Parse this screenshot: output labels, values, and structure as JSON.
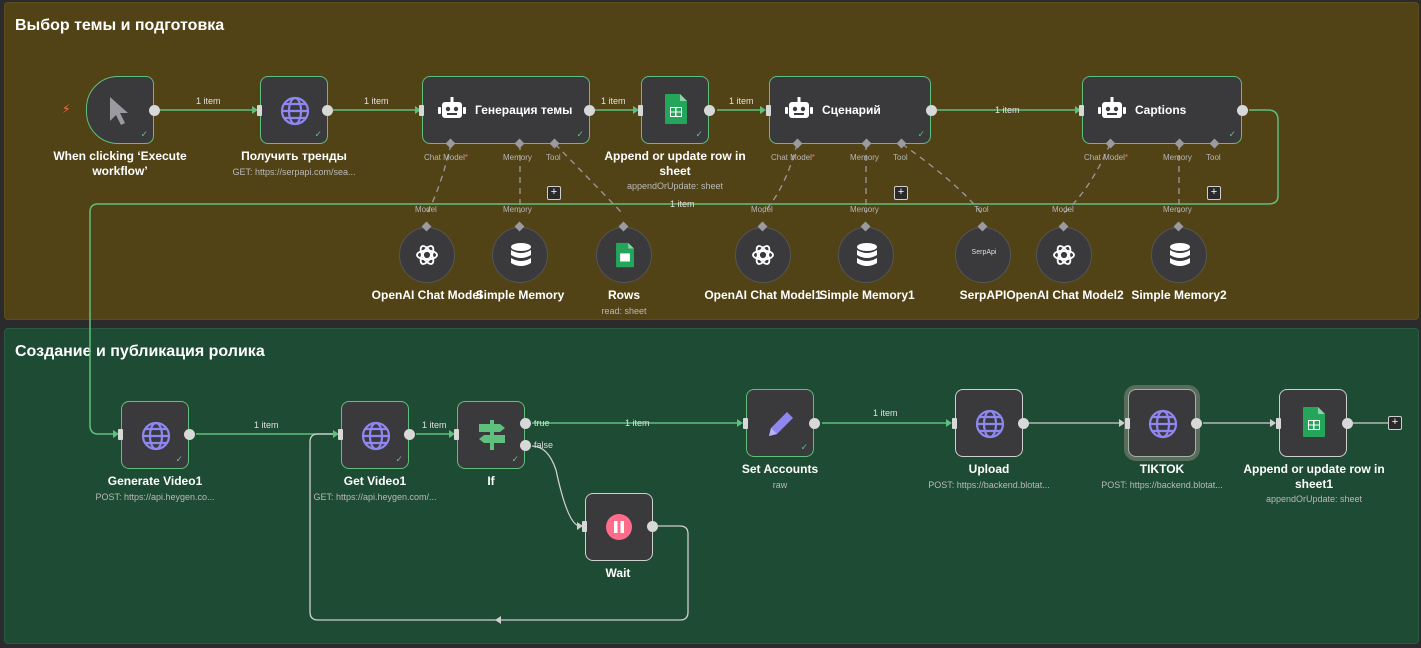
{
  "sections": [
    {
      "title": "Выбор темы и подготовка"
    },
    {
      "title": "Создание и публикация ролика"
    }
  ],
  "nodes": {
    "trigger": {
      "label": "When clicking ‘Execute workflow’",
      "icon": "cursor-arrow-icon"
    },
    "trends": {
      "label": "Получить тренды",
      "sub": "GET: https://serpapi.com/sea...",
      "icon": "globe-icon"
    },
    "topic": {
      "label": "Генерация темы",
      "icon": "robot-icon"
    },
    "append1": {
      "label": "Append or update row in sheet",
      "sub": "appendOrUpdate: sheet",
      "icon": "google-sheets-icon"
    },
    "script": {
      "label": "Сценарий",
      "icon": "robot-icon"
    },
    "captions": {
      "label": "Captions",
      "icon": "robot-icon"
    },
    "openai1": {
      "label": "OpenAI Chat Model",
      "icon": "openai-icon"
    },
    "memory1": {
      "label": "Simple Memory",
      "icon": "database-icon"
    },
    "rows": {
      "label": "Rows",
      "sub": "read: sheet",
      "icon": "google-sheets-icon"
    },
    "openai2": {
      "label": "OpenAI Chat Model1",
      "icon": "openai-icon"
    },
    "memory2": {
      "label": "Simple Memory1",
      "icon": "database-icon"
    },
    "serpapi": {
      "label": "SerpAPI",
      "icon_text": "SerpApi",
      "icon": "serpapi-icon"
    },
    "openai3": {
      "label": "OpenAI Chat Model2",
      "icon": "openai-icon"
    },
    "memory3": {
      "label": "Simple Memory2",
      "icon": "database-icon"
    },
    "genvideo": {
      "label": "Generate Video1",
      "sub": "POST: https://api.heygen.co...",
      "icon": "globe-icon"
    },
    "getvideo": {
      "label": "Get Video1",
      "sub": "GET: https://api.heygen.com/...",
      "icon": "globe-icon"
    },
    "if": {
      "label": "If",
      "icon": "signpost-icon"
    },
    "wait": {
      "label": "Wait",
      "icon": "pause-icon"
    },
    "accounts": {
      "label": "Set Accounts",
      "sub": "raw",
      "icon": "pencil-icon"
    },
    "upload": {
      "label": "Upload",
      "sub": "POST: https://backend.blotat...",
      "icon": "globe-icon"
    },
    "tiktok": {
      "label": "TIKTOK",
      "sub": "POST: https://backend.blotat...",
      "icon": "globe-icon"
    },
    "append2": {
      "label": "Append or update row in sheet1",
      "sub": "appendOrUpdate: sheet",
      "icon": "google-sheets-icon"
    }
  },
  "ports": {
    "chat_model": "Chat Model",
    "required": "*",
    "memory": "Memory",
    "tool": "Tool",
    "model": "Model",
    "true": "true",
    "false": "false",
    "plus": "+"
  },
  "edges": {
    "item": "1 item"
  },
  "colors": {
    "accent": "#5fbf7d",
    "section1": "#524316",
    "section2": "#1e4b33",
    "agent_icon": "#ffffff",
    "globe": "#8f87f1",
    "sheets": "#23a55a",
    "pause": "#ff6d8a"
  }
}
